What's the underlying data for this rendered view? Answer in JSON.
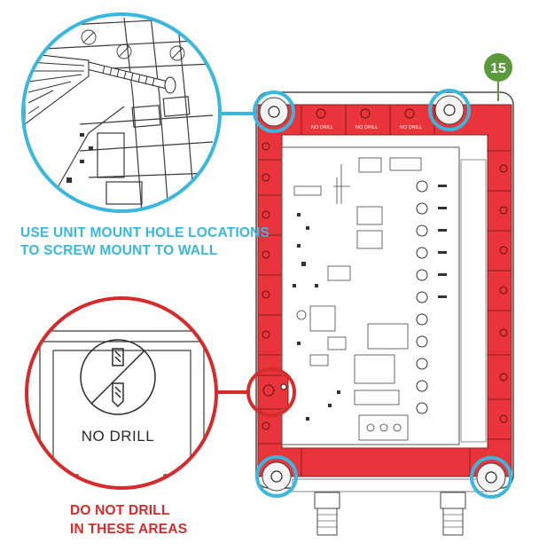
{
  "step_badge": {
    "number": "15",
    "color": "#5a9a3a"
  },
  "callouts": {
    "mount": {
      "line1": "USE UNIT MOUNT HOLE LOCATIONS",
      "line2": "TO SCREW MOUNT TO WALL",
      "color": "#3ab7dc"
    },
    "nodrill": {
      "line1": "DO NOT DRILL",
      "line2": "IN THESE AREAS",
      "color": "#d52b2b"
    }
  },
  "magnified_no_drill_text": "NO DRILL",
  "enclosure_no_drill_text": "NO DRILL",
  "colors": {
    "no_drill_zone": "#e8343a",
    "outline": "#3a3a3a",
    "board": "#ffffff"
  },
  "icons": [
    "no-drill-icon",
    "mount-hole-icon",
    "screw-icon"
  ]
}
